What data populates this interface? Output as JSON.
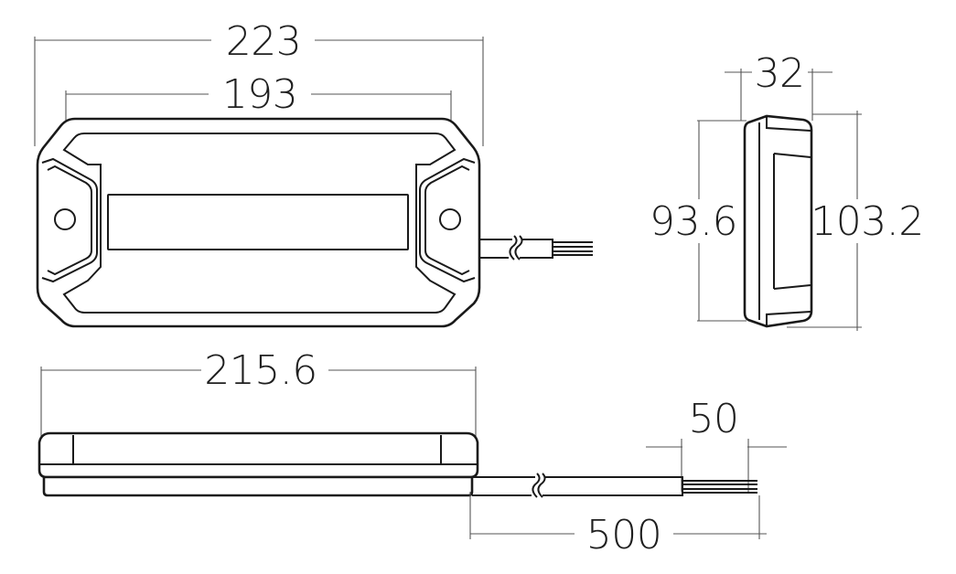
{
  "dimensions": {
    "overall_width": "223",
    "inner_width": "193",
    "depth": "32",
    "inner_height": "93.6",
    "overall_height": "103.2",
    "base_length": "215.6",
    "tail_length": "50",
    "cable_length": "500"
  }
}
